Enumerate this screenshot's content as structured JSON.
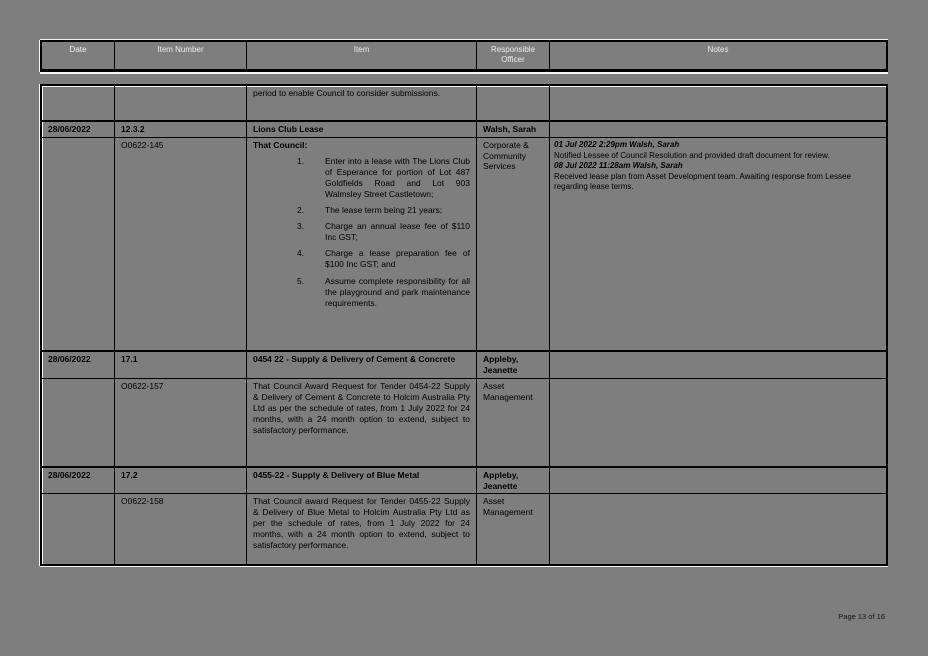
{
  "header": {
    "columns": {
      "date": "Date",
      "item_number": "Item Number",
      "item": "Item",
      "officer": "Responsible Officer",
      "notes": "Notes"
    }
  },
  "rows": {
    "carryover": {
      "item_text": "period to enable Council to consider submissions."
    },
    "r1": {
      "date": "28/06/2022",
      "item_number": "12.3.2",
      "item": "Lions Club Lease",
      "officer": "Walsh, Sarah"
    },
    "r1_detail": {
      "item_number": "O0622-145",
      "intro": "That Council:",
      "list": [
        {
          "n": "1.",
          "text": "Enter into a lease with The Lions Club of Esperance for portion of Lot 487 Goldfields Road and Lot 903 Walmsley Street Castletown;"
        },
        {
          "n": "2.",
          "text": "The lease term being 21 years;"
        },
        {
          "n": "3.",
          "text": "Charge an annual lease fee of $110 Inc GST;"
        },
        {
          "n": "4.",
          "text": "Charge a lease preparation fee of $100 Inc GST; and"
        },
        {
          "n": "5.",
          "text": "Assume complete responsibility for all the playground and park maintenance requirements."
        }
      ],
      "officer": "Corporate & Community Services",
      "notes": [
        {
          "text": "01 Jul 2022 2:29pm Walsh, Sarah"
        },
        {
          "text": "Notified Lessee of Council Resolution and provided draft document for review."
        },
        {
          "text": "08 Jul 2022 11:28am Walsh, Sarah"
        },
        {
          "text": "Received lease plan from Asset Development team. Awaiting response from Lessee regarding lease terms."
        }
      ]
    },
    "r2": {
      "date": "28/06/2022",
      "item_number": "17.1",
      "item": "0454 22 - Supply & Delivery of Cement & Concrete",
      "officer": "Appleby, Jeanette"
    },
    "r2_detail": {
      "item_number": "O0622-157",
      "text": "That Council Award Request for Tender 0454-22 Supply & Delivery of Cement & Concrete to Holcim Australia Pty Ltd as per the schedule of rates, from 1 July 2022 for 24 months, with a 24 month option to extend, subject to satisfactory performance.",
      "officer": "Asset Management"
    },
    "r3": {
      "date": "28/06/2022",
      "item_number": "17.2",
      "item": "0455-22 - Supply & Delivery of Blue Metal",
      "officer": "Appleby, Jeanette"
    },
    "r3_detail": {
      "item_number": "O0622-158",
      "text": "That Council award Request for Tender 0455-22 Supply & Delivery of Blue Metal to Holcim Australia Pty Ltd as per the schedule of rates, from 1 July 2022 for 24 months, with a 24 month option to extend, subject to satisfactory performance.",
      "officer": "Asset Management"
    }
  },
  "footer": {
    "page_label": "Page 13 of 16"
  }
}
